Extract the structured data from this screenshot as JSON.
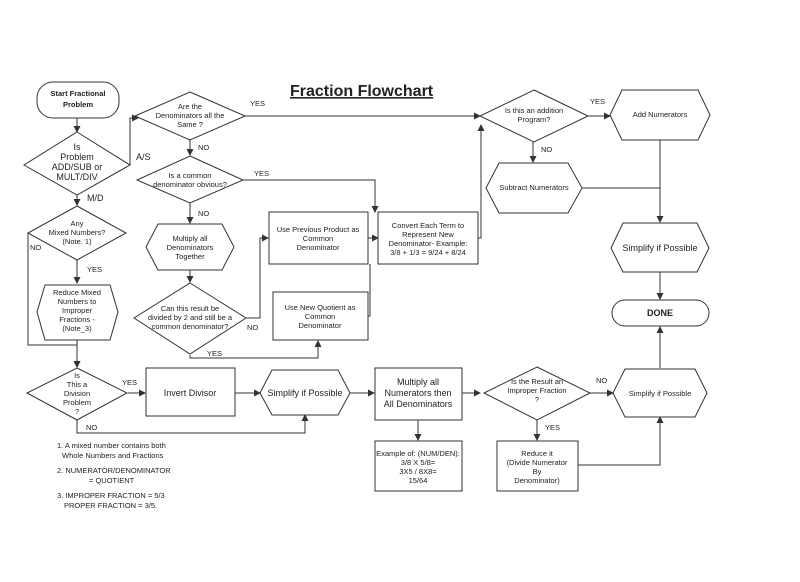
{
  "title": "Fraction Flowchart",
  "nodes": {
    "start": [
      "Start Fractional",
      "Problem"
    ],
    "op_type": [
      "Is",
      "Problem",
      "ADD/SUB or",
      "MULT/DIV"
    ],
    "mixed": [
      "Any",
      "Mixed Numbers?",
      "(Note. 1)"
    ],
    "reduce_mixed": [
      "Reduce Mixed",
      "Numbers  to",
      "Improper",
      "Fractions -",
      "(Note_3)"
    ],
    "division": [
      "Is",
      "This  a",
      "Division",
      "Problem",
      "?"
    ],
    "same_den": [
      "Are the",
      "Denominators  all the",
      "Same ?"
    ],
    "common_obvious": [
      "Is a common",
      "denominator obvious?"
    ],
    "multiply_all": [
      "Multiply all",
      "Denominators",
      "Together"
    ],
    "div_by_2": [
      "Can this result be",
      "divided by 2 and still be a",
      "common denominator?"
    ],
    "use_prev": [
      "Use Previous Product  as",
      "Common",
      "Denominator"
    ],
    "use_new": [
      "Use New Quotient as",
      "Common",
      "Denominator"
    ],
    "convert": [
      "Convert Each Term to",
      "Represent New",
      "Denominator- Example:",
      "3/8 + 1/3 = 9/24 + 8/24"
    ],
    "is_addition": [
      "Is this an addition",
      "Program?"
    ],
    "add_num": [
      "Add   Numerators"
    ],
    "sub_num": [
      "Subtract Numerators"
    ],
    "simplify_top": [
      "Simplify if Possible"
    ],
    "done": [
      "DONE"
    ],
    "invert": [
      "Invert Divisor"
    ],
    "simplify_mid": [
      "Simplify if Possible"
    ],
    "multiply_nd": [
      "Multiply all",
      "Numerators then",
      "All Denominators"
    ],
    "example": [
      "Example of: (NUM/DEN):",
      "3/8 X 5/8=",
      "3X5 / 8X8=",
      "15/64"
    ],
    "improper": [
      "Is the Result an",
      "Improper Fraction",
      "?"
    ],
    "reduce_it": [
      "Reduce it",
      "(Divide Numerator",
      "By",
      "Denominator)"
    ],
    "simplify_right": [
      "Simplify if Possible"
    ]
  },
  "edge_labels": {
    "as": "A/S",
    "md": "M/D",
    "no_mixed": "NO",
    "yes_mixed": "YES",
    "yes_same": "YES",
    "no_same": "NO",
    "yes_common": "YES",
    "no_common": "NO",
    "no_div2": "NO",
    "yes_div2": "YES",
    "yes_division": "YES",
    "no_division": "NO",
    "yes_addition": "YES",
    "no_addition": "NO",
    "yes_improper": "YES",
    "no_improper": "NO"
  },
  "notes": [
    "1. A mixed number contains both",
    "Whole Numbers and Fractions",
    "2. NUMERATOR/DENOMINATOR",
    "= QUOTIENT",
    "3. IMPROPER FRACTION = 5/3",
    "PROPER FRACTION = 3/5."
  ]
}
